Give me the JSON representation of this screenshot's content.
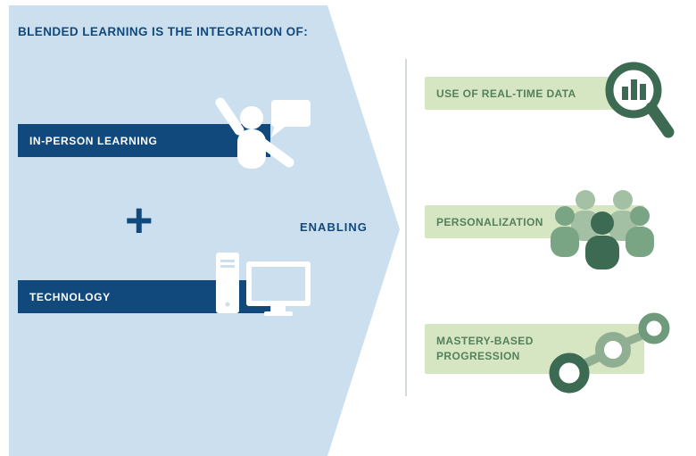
{
  "title": "BLENDED LEARNING IS THE INTEGRATION OF:",
  "left_panel": {
    "in_person_label": "IN-PERSON LEARNING",
    "plus_sign": "+",
    "technology_label": "TECHNOLOGY",
    "enabling_label": "ENABLING",
    "icons": {
      "in_person": "person-raising-hand-with-speech-bubble-icon",
      "technology": "desktop-computer-icon"
    }
  },
  "right_panel": {
    "items": [
      {
        "label": "USE OF REAL-TIME DATA",
        "icon": "magnifier-bar-chart-icon"
      },
      {
        "label": "PERSONALIZATION",
        "icon": "people-group-icon"
      },
      {
        "label": "MASTERY-BASED PROGRESSION",
        "icon": "linked-circles-progression-icon"
      }
    ]
  },
  "colors": {
    "panel_blue": "#cbdfee",
    "dark_blue": "#11497d",
    "bar_green": "#d6e6c3",
    "text_green": "#55805c",
    "icon_dark_green": "#3c6a52",
    "icon_sage_green": "#8fae92",
    "icon_light_green": "#a3c0a4"
  }
}
